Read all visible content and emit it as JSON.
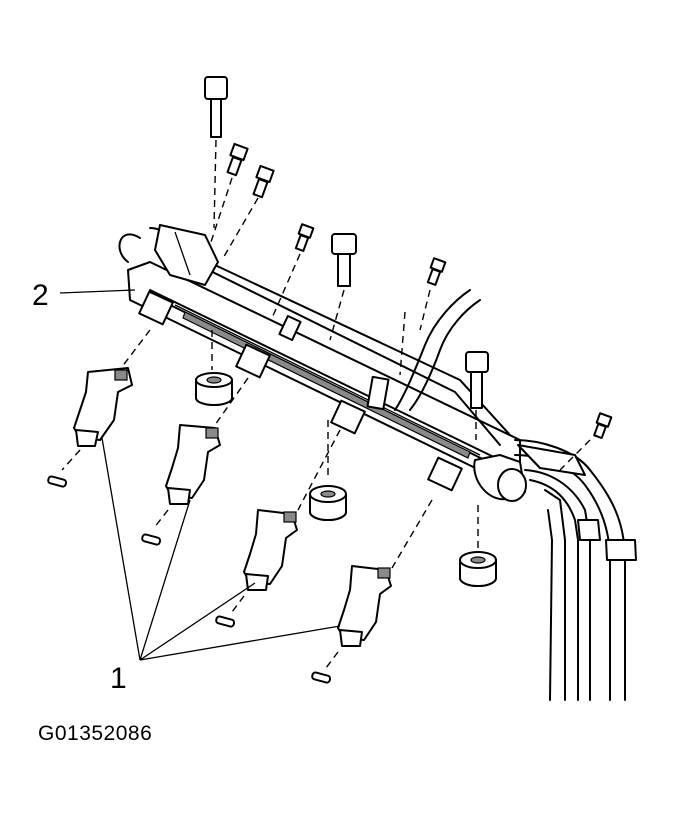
{
  "callouts": {
    "one": "1",
    "two": "2"
  },
  "figure_code": "G01352086"
}
